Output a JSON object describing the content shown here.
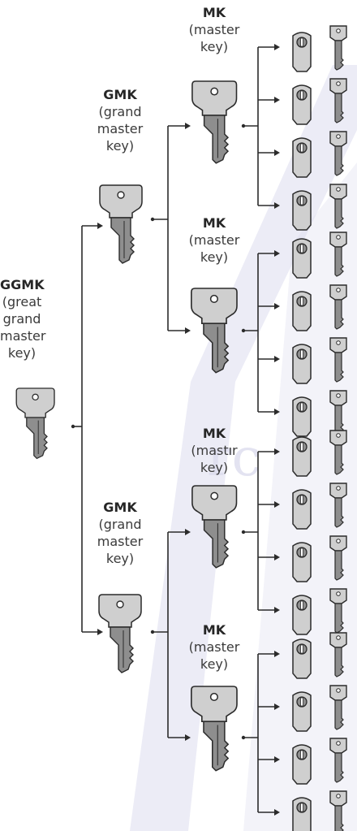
{
  "labels": {
    "ggmk": {
      "abbr": "GGMK",
      "desc": "(great\ngrand\nmaster\nkey)"
    },
    "gmk_top": {
      "abbr": "GMK",
      "desc": "(grand\nmaster\nkey)"
    },
    "gmk_bottom": {
      "abbr": "GMK",
      "desc": "(grand\nmaster\nkey)"
    },
    "mk_1": {
      "abbr": "MK",
      "desc": "(master\nkey)"
    },
    "mk_2": {
      "abbr": "MK",
      "desc": "(master\nkey)"
    },
    "mk_3": {
      "abbr": "MK",
      "desc": "(mastır\nkey)"
    },
    "mk_4": {
      "abbr": "MK",
      "desc": "(master\nkey)"
    }
  },
  "watermark_text": "rc",
  "colors": {
    "line": "#2b2b2b",
    "key_light": "#cfcfcf",
    "key_dark": "#8e8e8e",
    "watermark": "#dcdcee"
  },
  "structure": {
    "grand_master_keys": 2,
    "master_keys_per_grand_master": 2,
    "cylinders_per_master_key": 4,
    "total_cylinder_key_pairs": 16
  },
  "icons": {
    "key": "key-icon",
    "cylinder": "lock-cylinder-icon",
    "small_key": "small-key-icon"
  }
}
